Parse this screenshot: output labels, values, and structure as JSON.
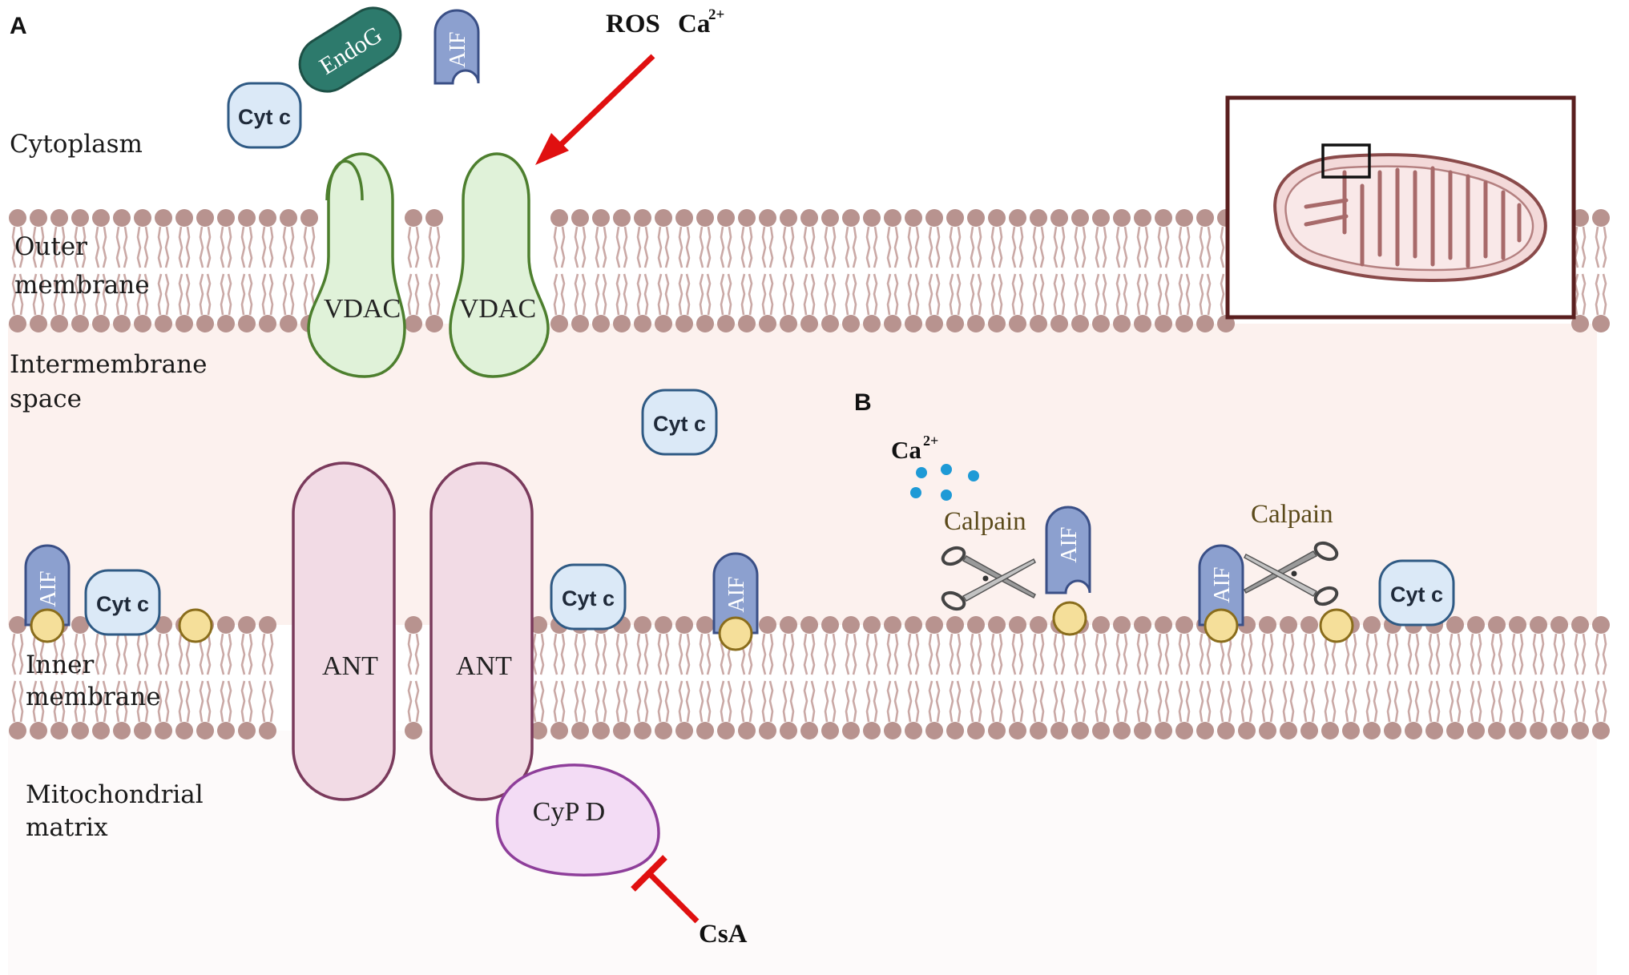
{
  "panels": {
    "a": "A",
    "b": "B"
  },
  "regions": {
    "cytoplasm": "Cytoplasm",
    "outer_membrane_1": "Outer",
    "outer_membrane_2": "membrane",
    "intermembrane_1": "Intermembrane",
    "intermembrane_2": "space",
    "inner_membrane_1": "Inner",
    "inner_membrane_2": "membrane",
    "matrix_1": "Mitochondrial",
    "matrix_2": "matrix"
  },
  "proteins": {
    "vdac": "VDAC",
    "ant": "ANT",
    "cypd": "CyP D",
    "cytc": "Cyt c",
    "aif": "AIF",
    "endog": "EndoG",
    "calpain": "Calpain"
  },
  "stimuli": {
    "ros": "ROS",
    "ca": "Ca",
    "ca_sup": "2+",
    "csa": "CsA"
  },
  "colors": {
    "membrane_head": "#b8938f",
    "tail": "#caa9a6",
    "intermembrane_fill": "#fcf1ee",
    "vdac_fill": "#e0f2d9",
    "vdac_stroke": "#4d7f2e",
    "ant_fill": "#f2dbe5",
    "ant_stroke": "#7a3a5c",
    "cypd_fill": "#f3dcf5",
    "cypd_stroke": "#8e3e9a",
    "cytc_fill": "#dbe9f7",
    "cytc_stroke": "#2f5a84",
    "aif_fill": "#8ca0cf",
    "aif_stroke": "#3a4f86",
    "endog_fill": "#2d7a6c",
    "yellow_fill": "#f5df9a",
    "arrow_red": "#e01010",
    "calcium_dot": "#1e9ad6",
    "inset_border": "#5a1f1f",
    "mito_fill": "#f3d9d9",
    "mito_stroke": "#8a4a4a"
  },
  "icons": [
    "scissors-icon",
    "mitochondrion-icon",
    "inhibition-bar-icon",
    "arrow-icon"
  ]
}
